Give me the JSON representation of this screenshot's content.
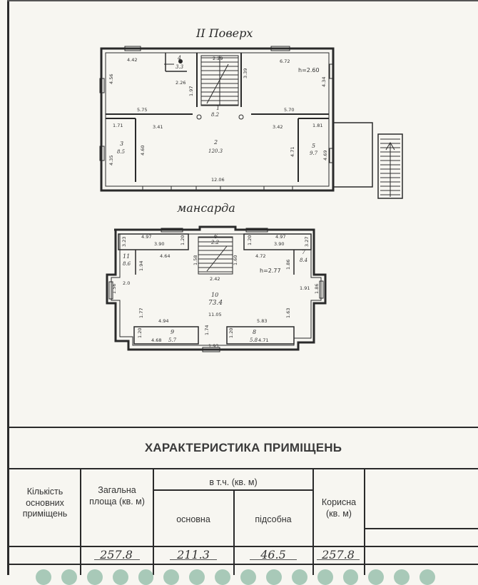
{
  "floor2": {
    "title": "II Поверх",
    "height_note": "h=2.60",
    "rooms": [
      {
        "num": "4",
        "area": "3.3"
      },
      {
        "num": "1",
        "area": "8.2"
      },
      {
        "num": "2",
        "area": "120.3"
      },
      {
        "num": "3",
        "area": "8.5"
      },
      {
        "num": "5",
        "area": "9.7"
      }
    ],
    "dims": [
      "4.42",
      "2.29",
      "6.72",
      "4.56",
      "2.26",
      "1.97",
      "3.39",
      "4.34",
      "5.75",
      "5.70",
      "1.71",
      "3.41",
      "3.42",
      "1.81",
      "4.60",
      "4.71",
      "4.69",
      "4.35",
      "12.06"
    ]
  },
  "attic": {
    "title": "мансарда",
    "height_note": "h=2.77",
    "rooms": [
      {
        "num": "6",
        "area": "2.2"
      },
      {
        "num": "11",
        "area": "8.6"
      },
      {
        "num": "7",
        "area": "8.4"
      },
      {
        "num": "10",
        "area": "73.4"
      },
      {
        "num": "9",
        "area": "5.7"
      },
      {
        "num": "8",
        "area": "5.8"
      }
    ],
    "dims": [
      "4.97",
      "3.23",
      "3.90",
      "1.20",
      "1.20",
      "4.97",
      "3.27",
      "3.90",
      "4.64",
      "1.94",
      "1.58",
      "1.60",
      "4.72",
      "1.86",
      "2.42",
      "2.0",
      "1.56",
      "1.91",
      "1.86",
      "11.05",
      "1.77",
      "1.63",
      "4.94",
      "5.83",
      "1.20",
      "1.20",
      "1.74",
      "4.68",
      "4.71",
      "1.93"
    ]
  },
  "table": {
    "title": "ХАРАКТЕРИСТИКА ПРИМІЩЕНЬ",
    "col_count": "Кількість основних приміщень",
    "col_total": "Загальна площа (кв. м)",
    "col_incl": "в т.ч. (кв. м)",
    "col_main": "основна",
    "col_aux": "підсобна",
    "col_useful": "Корисна (кв. м)",
    "val_count": "",
    "val_total": "257.8",
    "val_main": "211.3",
    "val_aux": "46.5",
    "val_useful": "257.8"
  }
}
